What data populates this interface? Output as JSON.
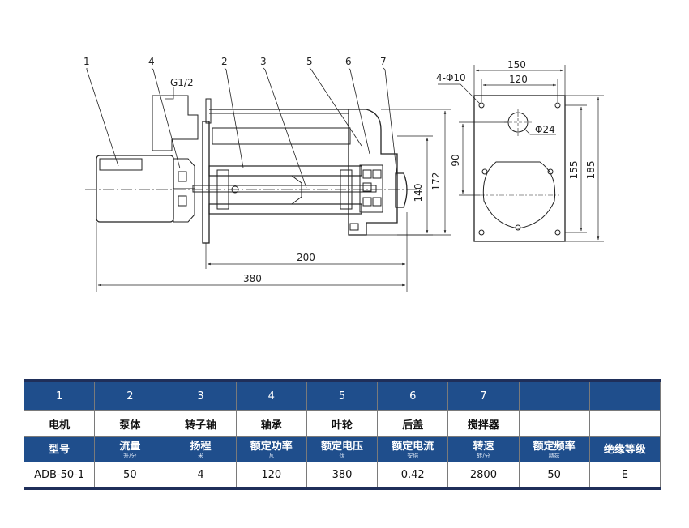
{
  "drawing": {
    "part_numbers": [
      "1",
      "4",
      "2",
      "3",
      "5",
      "6",
      "7"
    ],
    "thread_label": "G1/2",
    "dims": {
      "d200": "200",
      "d380": "380",
      "d140": "140",
      "d172": "172",
      "d150": "150",
      "d120": "120",
      "d90": "90",
      "d155": "155",
      "d185": "185",
      "holes": "4-Φ10",
      "bore": "Φ24"
    }
  },
  "table": {
    "header_numbers": [
      "1",
      "2",
      "3",
      "4",
      "5",
      "6",
      "7",
      "",
      ""
    ],
    "part_names": [
      "电机",
      "泵体",
      "转子轴",
      "轴承",
      "叶轮",
      "后盖",
      "搅拌器",
      "",
      ""
    ],
    "spec_headers": [
      {
        "label": "型号",
        "unit": ""
      },
      {
        "label": "流量",
        "unit": "升/分"
      },
      {
        "label": "扬程",
        "unit": "米"
      },
      {
        "label": "额定功率",
        "unit": "瓦"
      },
      {
        "label": "额定电压",
        "unit": "伏"
      },
      {
        "label": "额定电流",
        "unit": "安培"
      },
      {
        "label": "转速",
        "unit": "转/分"
      },
      {
        "label": "额定频率",
        "unit": "赫兹"
      },
      {
        "label": "绝缘等级",
        "unit": ""
      }
    ],
    "spec_values": [
      "ADB-50-1",
      "50",
      "4",
      "120",
      "380",
      "0.42",
      "2800",
      "50",
      "E"
    ]
  }
}
